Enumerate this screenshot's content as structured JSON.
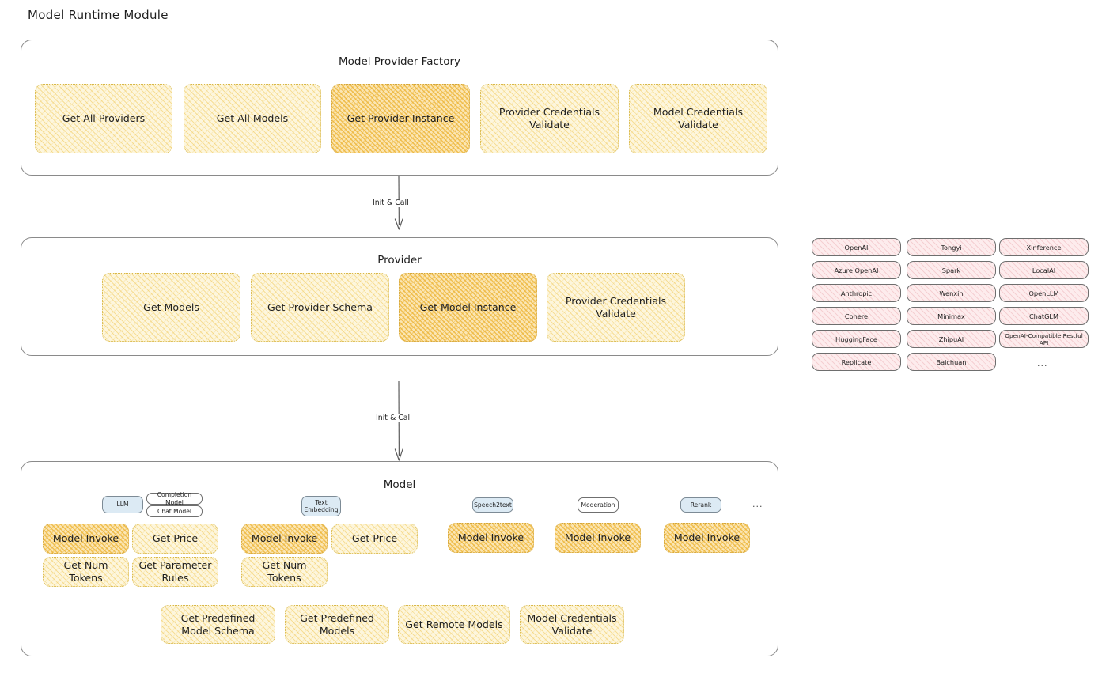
{
  "page": {
    "title": "Model Runtime Module"
  },
  "factory": {
    "title": "Model Provider Factory",
    "chips": [
      {
        "label": "Get All Providers",
        "highlight": false
      },
      {
        "label": "Get All Models",
        "highlight": false
      },
      {
        "label": "Get Provider Instance",
        "highlight": true
      },
      {
        "label": "Provider Credentials Validate",
        "highlight": false
      },
      {
        "label": "Model Credentials Validate",
        "highlight": false
      }
    ]
  },
  "arrows": [
    {
      "label": "Init & Call"
    },
    {
      "label": "Init & Call"
    }
  ],
  "provider": {
    "title": "Provider",
    "chips": [
      {
        "label": "Get Models",
        "highlight": false
      },
      {
        "label": "Get Provider Schema",
        "highlight": false
      },
      {
        "label": "Get Model Instance",
        "highlight": true
      },
      {
        "label": "Provider Credentials Validate",
        "highlight": false
      }
    ]
  },
  "provider_tags": {
    "columns": [
      [
        "OpenAI",
        "Azure OpenAI",
        "Anthropic",
        "Cohere",
        "HuggingFace",
        "Replicate"
      ],
      [
        "Tongyi",
        "Spark",
        "Wenxin",
        "Minimax",
        "ZhipuAI",
        "Baichuan"
      ],
      [
        "Xinference",
        "LocalAI",
        "OpenLLM",
        "ChatGLM",
        "OpenAI-Compatible Restful API"
      ]
    ],
    "more": "..."
  },
  "model": {
    "title": "Model",
    "more": "...",
    "types": [
      {
        "badge": "LLM",
        "badge_style": "blue",
        "subtags": [
          "Completion Model",
          "Chat Model"
        ],
        "chips": [
          {
            "label": "Model Invoke",
            "highlight": true
          },
          {
            "label": "Get Price",
            "highlight": false
          },
          {
            "label": "Get Num Tokens",
            "highlight": false
          },
          {
            "label": "Get Parameter Rules",
            "highlight": false
          }
        ]
      },
      {
        "badge": "Text Embedding",
        "badge_style": "blue",
        "subtags": [],
        "chips": [
          {
            "label": "Model Invoke",
            "highlight": true
          },
          {
            "label": "Get Price",
            "highlight": false
          },
          {
            "label": "Get Num Tokens",
            "highlight": false
          }
        ]
      },
      {
        "badge": "Speech2text",
        "badge_style": "blue",
        "subtags": [],
        "chips": [
          {
            "label": "Model Invoke",
            "highlight": true
          }
        ]
      },
      {
        "badge": "Moderation",
        "badge_style": "plain",
        "subtags": [],
        "chips": [
          {
            "label": "Model Invoke",
            "highlight": true
          }
        ]
      },
      {
        "badge": "Rerank",
        "badge_style": "blue",
        "subtags": [],
        "chips": [
          {
            "label": "Model Invoke",
            "highlight": true
          }
        ]
      }
    ],
    "common_chips": [
      {
        "label": "Get Predefined Model Schema"
      },
      {
        "label": "Get Predefined Models"
      },
      {
        "label": "Get Remote Models"
      },
      {
        "label": "Model Credentials Validate"
      }
    ]
  },
  "colors": {
    "chip_fill": "#fdf6dd",
    "chip_hot_fill": "#fbe6b4",
    "chip_stroke": "#d8b84a",
    "tag_fill": "#fdeced",
    "badge_fill": "#dceaf4",
    "card_stroke": "#8a8a8a",
    "text": "#1e1e1e"
  }
}
